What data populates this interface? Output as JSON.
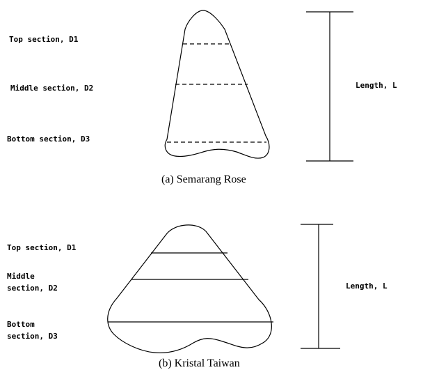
{
  "figure_a": {
    "labels": {
      "top": "Top section, D1",
      "middle": "Middle section, D2",
      "bottom": "Bottom section, D3",
      "length": "Length, L"
    },
    "caption": "(a) Semarang Rose"
  },
  "figure_b": {
    "labels": {
      "top": "Top section, D1",
      "middle_line1": "Middle",
      "middle_line2": "section, D2",
      "bottom_line1": "Bottom",
      "bottom_line2": "section, D3",
      "length": "Length, L"
    },
    "caption": "(b) Kristal Taiwan"
  }
}
